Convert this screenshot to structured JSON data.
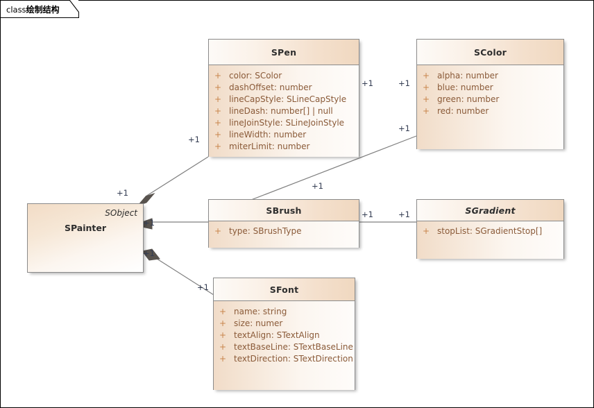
{
  "frame": {
    "keyword": "class",
    "title": "绘制结构"
  },
  "colors": {
    "header_light": "#fdfaf7",
    "header_dark": "#f0d8c0",
    "body_light": "#fefcfa",
    "body_dark": "#f1dcc8",
    "border": "#8a8a8a",
    "attr_text": "#8a5a38",
    "visibility": "#c8844a",
    "title_text": "#2d2d2d",
    "connector": "#7f7f7f",
    "multiplicity_text": "#333c52",
    "diamond_fill": "#58534e",
    "canvas": "#ffffff",
    "frame_border": "#000000"
  },
  "classes": [
    {
      "name": "SPen",
      "abstract": false,
      "attributes": [
        {
          "visibility": "+",
          "signature": "color: SColor"
        },
        {
          "visibility": "+",
          "signature": "dashOffset: number"
        },
        {
          "visibility": "+",
          "signature": "lineCapStyle: SLineCapStyle"
        },
        {
          "visibility": "+",
          "signature": "lineDash: number[] | null"
        },
        {
          "visibility": "+",
          "signature": "lineJoinStyle: SLineJoinStyle"
        },
        {
          "visibility": "+",
          "signature": "lineWidth: number"
        },
        {
          "visibility": "+",
          "signature": "miterLimit: number"
        }
      ]
    },
    {
      "name": "SColor",
      "abstract": false,
      "attributes": [
        {
          "visibility": "+",
          "signature": "alpha: number"
        },
        {
          "visibility": "+",
          "signature": "blue: number"
        },
        {
          "visibility": "+",
          "signature": "green: number"
        },
        {
          "visibility": "+",
          "signature": "red: number"
        }
      ]
    },
    {
      "name": "SBrush",
      "abstract": false,
      "attributes": [
        {
          "visibility": "+",
          "signature": "type: SBrushType"
        }
      ]
    },
    {
      "name": "SGradient",
      "abstract": true,
      "attributes": [
        {
          "visibility": "+",
          "signature": "stopList: SGradientStop[]"
        }
      ]
    },
    {
      "name": "SFont",
      "abstract": false,
      "attributes": [
        {
          "visibility": "+",
          "signature": "name: string"
        },
        {
          "visibility": "+",
          "signature": "size: numer"
        },
        {
          "visibility": "+",
          "signature": "textAlign: STextAlign"
        },
        {
          "visibility": "+",
          "signature": "textBaseLine: STextBaseLine"
        },
        {
          "visibility": "+",
          "signature": "textDirection: STextDirection"
        }
      ]
    }
  ],
  "painter": {
    "name": "SPainter",
    "stereotype": "SObject"
  },
  "multiplicities": [
    {
      "id": "spainter-spen-source",
      "label": "+1"
    },
    {
      "id": "spen-spainter-target",
      "label": "+1"
    },
    {
      "id": "spen-scolor-source",
      "label": "+1"
    },
    {
      "id": "scolor-spen-target",
      "label": "+1"
    },
    {
      "id": "scolor-sbrush-target",
      "label": "+1"
    },
    {
      "id": "sbrush-scolor-source",
      "label": "+1"
    },
    {
      "id": "spainter-sbrush-source",
      "label": "+1"
    },
    {
      "id": "sbrush-spainter-target",
      "label": "+1"
    },
    {
      "id": "sbrush-sgradient-source",
      "label": "+1"
    },
    {
      "id": "sgradient-sbrush-target",
      "label": "+1"
    },
    {
      "id": "spainter-sfont-source",
      "label": "+1"
    },
    {
      "id": "sfont-spainter-target",
      "label": "+1"
    }
  ]
}
